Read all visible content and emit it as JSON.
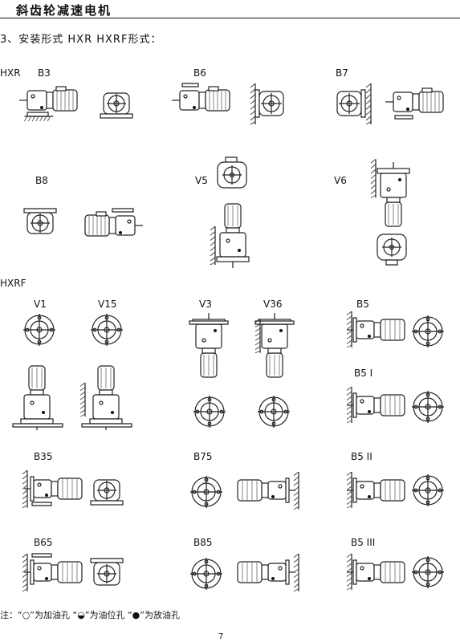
{
  "header": {
    "title": "斜齿轮减速电机"
  },
  "section": {
    "title": "3、安装形式    HXR  HXRF形式："
  },
  "groups": {
    "hxr": "HXR",
    "hxrf": "HXRF"
  },
  "positions": {
    "b3": "B3",
    "b6": "B6",
    "b7": "B7",
    "b8": "B8",
    "v5": "V5",
    "v6": "V6",
    "v1": "V1",
    "v15": "V15",
    "v3": "V3",
    "v36": "V36",
    "b5": "B5",
    "b5i": "B5 I",
    "b35": "B35",
    "b75": "B75",
    "b5ii": "B5 II",
    "b65": "B65",
    "b85": "B85",
    "b5iii": "B5 III"
  },
  "note": {
    "text": "注：“○”为加油孔 “◒”为油位孔 “●”为放油孔"
  },
  "page": {
    "number": "7"
  }
}
